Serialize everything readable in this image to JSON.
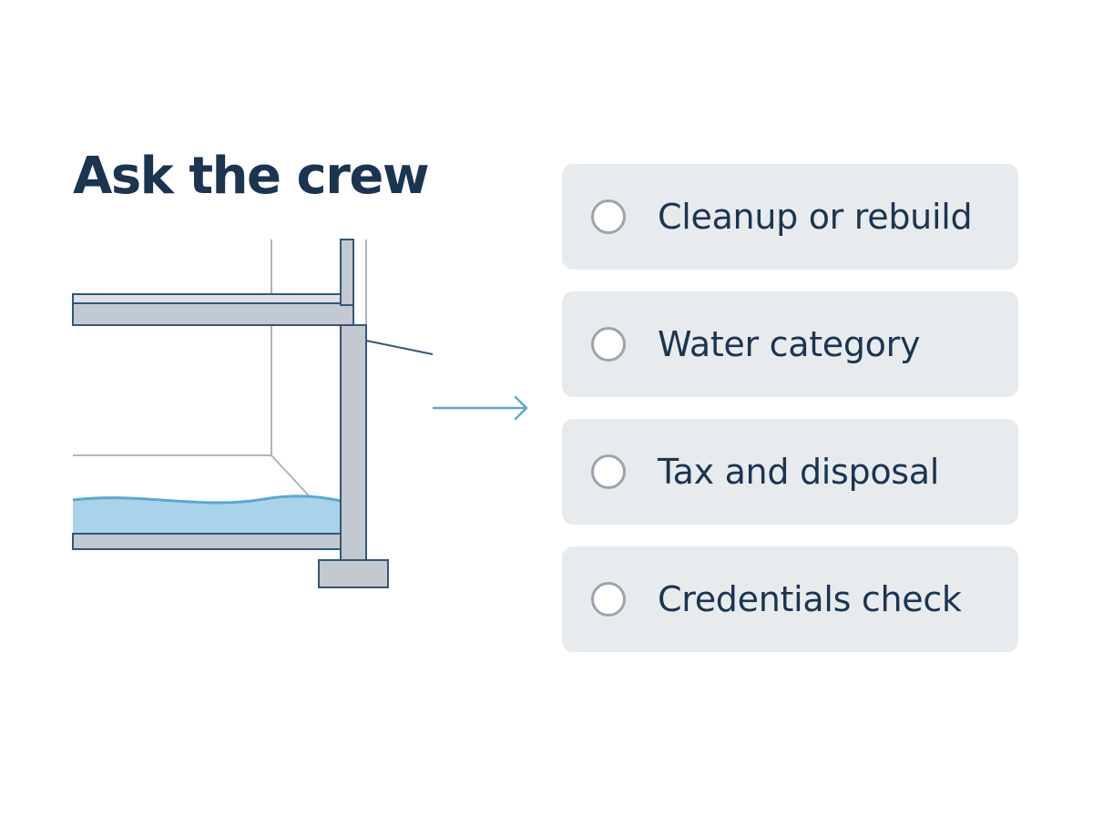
{
  "heading": "Ask the crew",
  "options": [
    {
      "label": "Cleanup or rebuild"
    },
    {
      "label": "Water category"
    },
    {
      "label": "Tax and disposal"
    },
    {
      "label": "Credentials check"
    }
  ],
  "colors": {
    "text": "#1b3550",
    "structure": "#c3c9d0",
    "outline": "#34567a",
    "water": "#a8d3ea",
    "arrow": "#5aa8d2",
    "option_bg": "#e8ebee",
    "radio_border": "#9ba4ad"
  },
  "icons": {
    "illustration": "flooded-basement-wall-section-icon",
    "arrow": "arrow-right-icon"
  }
}
